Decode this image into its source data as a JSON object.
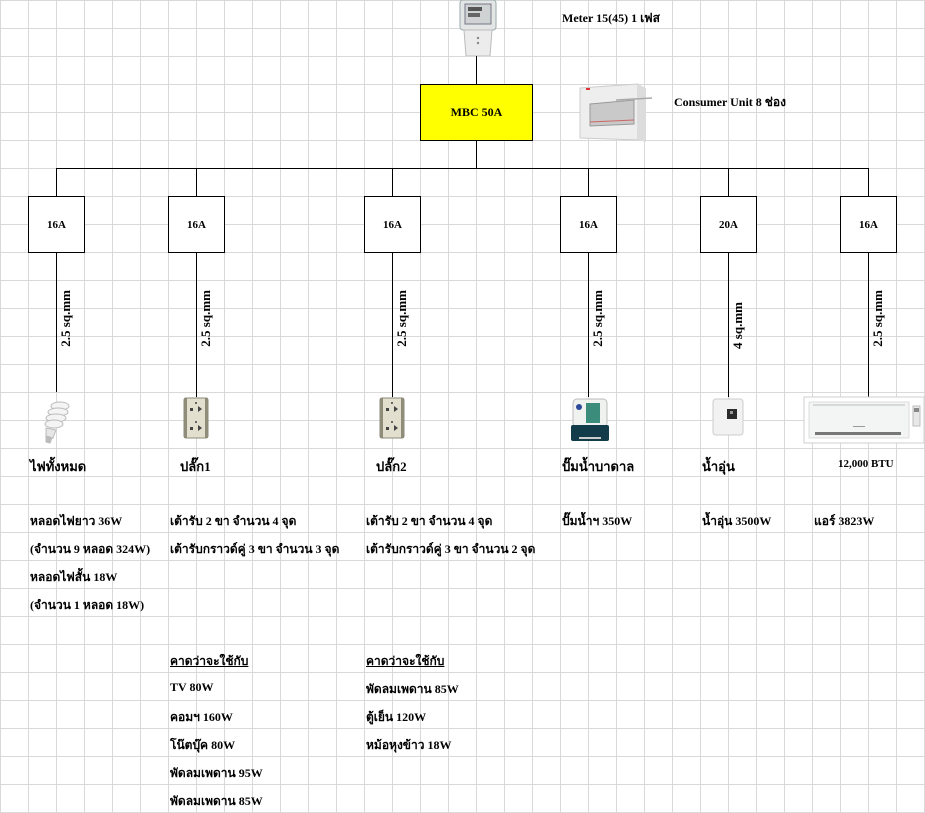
{
  "meter": {
    "label": "Meter 15(45) 1 เฟส",
    "icon": "electric-meter-icon"
  },
  "main_breaker": {
    "label": "MBC 50A"
  },
  "consumer_unit": {
    "label": "Consumer Unit 8 ช่อง",
    "icon": "consumer-unit-icon"
  },
  "circuits": [
    {
      "breaker": "16A",
      "wire": "2.5 sq.mm",
      "icon": "light-bulb-icon",
      "name": "ไฟทั้งหมด",
      "details": [
        "หลอดไฟยาว 36W",
        "(จำนวน 9 หลอด 324W)",
        "หลอดไฟสั้น 18W",
        "(จำนวน 1 หลอด 18W)"
      ]
    },
    {
      "breaker": "16A",
      "wire": "2.5 sq.mm",
      "icon": "power-outlet-icon",
      "name": "ปลั๊ก1",
      "details": [
        "เต้ารับ 2 ขา จำนวน 4 จุด",
        "เต้ารับกราวด์คู่ 3 ขา จำนวน 3 จุด"
      ],
      "expected_heading": "คาดว่าจะใช้กับ",
      "expected": [
        "TV 80W",
        "คอมฯ 160W",
        "โน๊ตบุ๊ค 80W",
        "พัดลมเพดาน 95W",
        "พัดลมเพดาน 85W"
      ]
    },
    {
      "breaker": "16A",
      "wire": "2.5 sq.mm",
      "icon": "power-outlet-icon",
      "name": "ปลั๊ก2",
      "details": [
        "เต้ารับ 2 ขา จำนวน 4 จุด",
        "เต้ารับกราวด์คู่ 3 ขา จำนวน 2 จุด"
      ],
      "expected_heading": "คาดว่าจะใช้กับ",
      "expected": [
        "พัดลมเพดาน 85W",
        "ตู้เย็น 120W",
        "หม้อหุงข้าว 18W"
      ]
    },
    {
      "breaker": "16A",
      "wire": "2.5 sq.mm",
      "icon": "water-pump-icon",
      "name": "ปั๊มน้ำบาดาล",
      "details": [
        "ปั๊มน้ำฯ 350W"
      ]
    },
    {
      "breaker": "20A",
      "wire": "4 sq.mm",
      "icon": "water-heater-icon",
      "name": "น้ำอุ่น",
      "details": [
        "น้ำอุ่น 3500W"
      ]
    },
    {
      "breaker": "16A",
      "wire": "2.5 sq.mm",
      "icon": "air-conditioner-icon",
      "name": "12,000 BTU",
      "details": [
        "แอร์ 3823W"
      ]
    }
  ],
  "colors": {
    "main_breaker_fill": "#ffff00",
    "grid": "#d9d9d9"
  }
}
